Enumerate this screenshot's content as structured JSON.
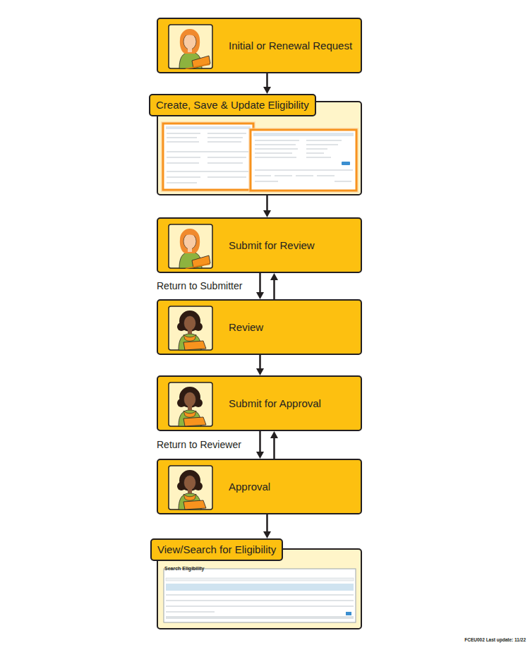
{
  "diagram": {
    "nodes": [
      {
        "text": [
          "Initial or Renewal Request"
        ]
      },
      {
        "text": [
          "Create, Save & Update Eligibility"
        ]
      },
      {
        "text": [
          "Submit for Review"
        ]
      },
      {
        "text": [
          "Review"
        ]
      },
      {
        "text": [
          "Submit for Approval"
        ]
      },
      {
        "text": [
          "Approval"
        ]
      },
      {
        "text": [
          "View/Search for Eligibility"
        ]
      }
    ],
    "edges": [
      {
        "from": 0,
        "to": 1,
        "arrow": "to"
      },
      {
        "from": 1,
        "to": 2,
        "arrow": "to"
      },
      {
        "from": 2,
        "to": 3,
        "arrow": "to"
      },
      {
        "from": 3,
        "to": 2,
        "label": "Return to Submitter",
        "arrow": "to"
      },
      {
        "from": 3,
        "to": 4,
        "arrow": "to"
      },
      {
        "from": 4,
        "to": 5,
        "arrow": "to"
      },
      {
        "from": 5,
        "to": 4,
        "label": "Return to Reviewer",
        "arrow": "to"
      },
      {
        "from": 5,
        "to": 6,
        "arrow": "to"
      }
    ],
    "labels": [
      "Search Eligibility",
      "FCEU002  Last update: 11/22"
    ]
  }
}
